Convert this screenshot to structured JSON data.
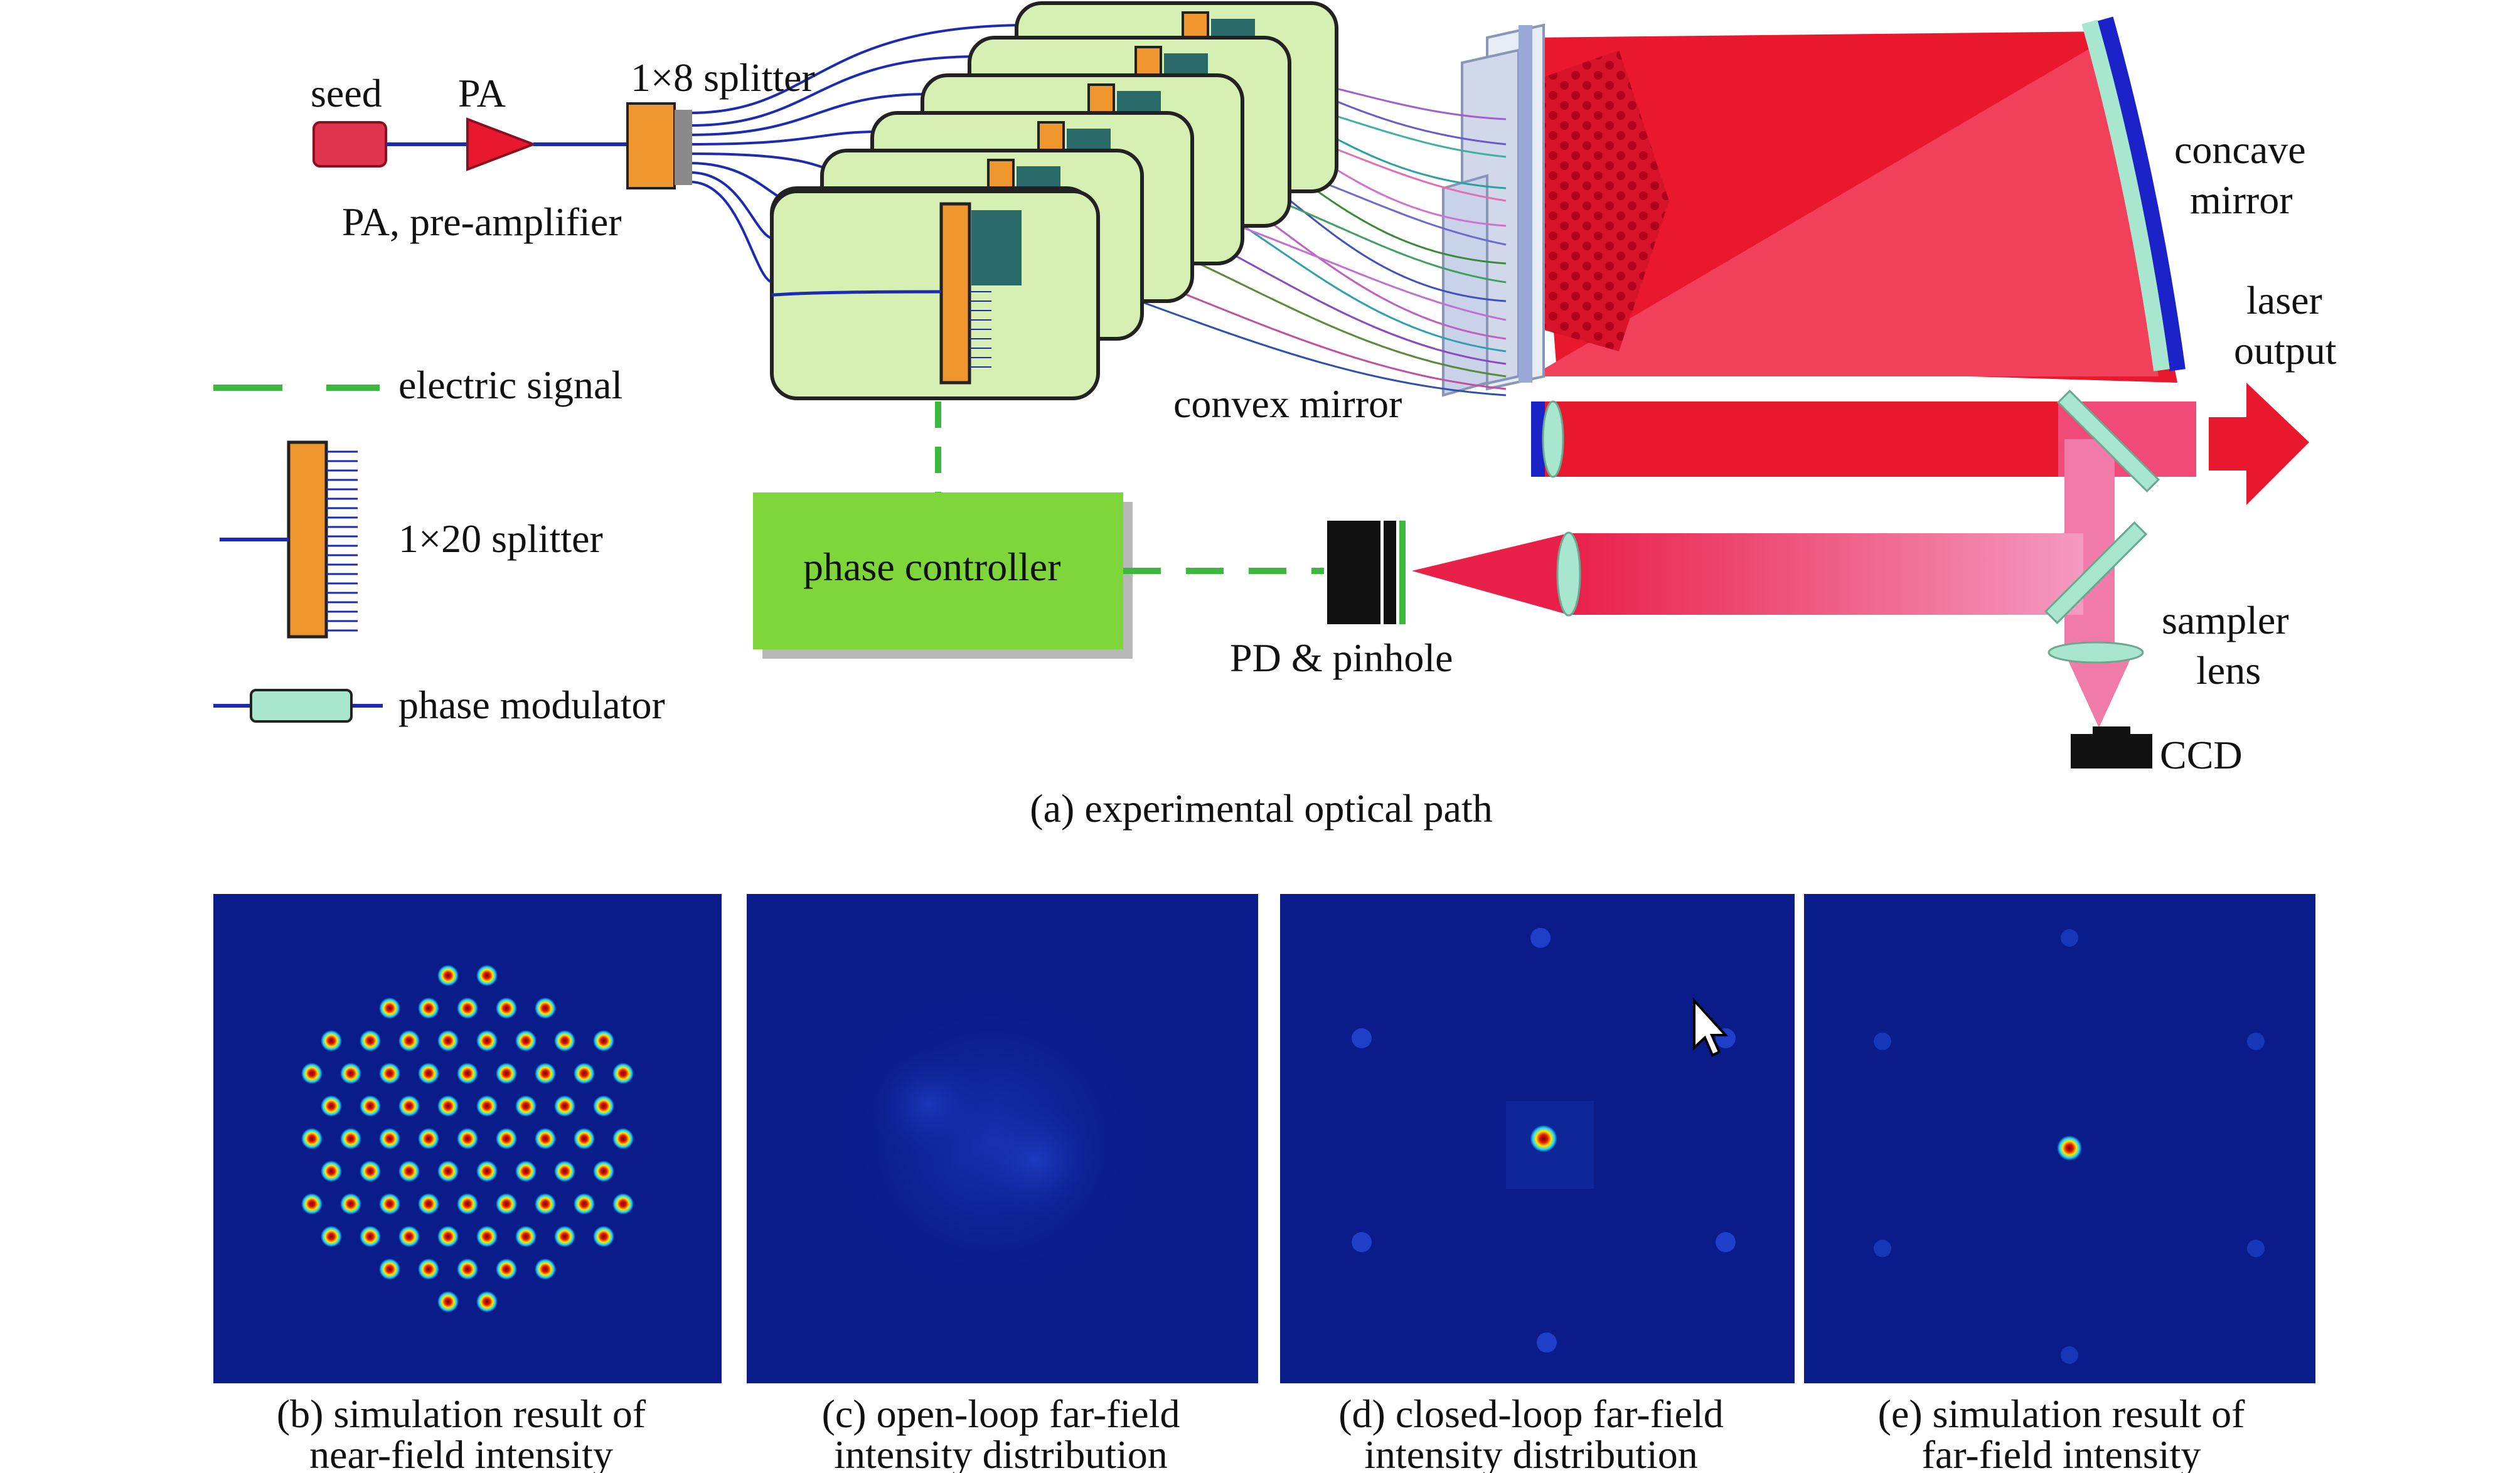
{
  "labels": {
    "seed": "seed",
    "pa": "PA",
    "splitter_1x8": "1×8 splitter",
    "pa_def": "PA, pre-amplifier",
    "electric_signal": "electric signal",
    "splitter_1x20": "1×20 splitter",
    "phase_modulator": "phase modulator",
    "phase_controller": "phase controller",
    "pd_pinhole": "PD & pinhole",
    "convex_mirror": "convex mirror",
    "concave_mirror_1": "concave",
    "concave_mirror_2": "mirror",
    "laser_output_1": "laser",
    "laser_output_2": "output",
    "sampler": "sampler",
    "lens": "lens",
    "ccd": "CCD"
  },
  "captions": {
    "a": "(a) experimental optical path",
    "b1": "(b) simulation result of",
    "b2": "near-field intensity",
    "c1": "(c) open-loop far-field",
    "c2": "intensity distribution",
    "d1": "(d) closed-loop far-field",
    "d2": "intensity distribution",
    "e1": "(e) simulation result of",
    "e2": "far-field intensity"
  },
  "colors": {
    "fiber": "#1d2bb0",
    "splitter": "#f0962e",
    "module": "#d6f0b4",
    "controller": "#7ed63a",
    "beam_red": "#e8182f",
    "beam_pink": "#f07aa8",
    "mirror": "#a8e6cf",
    "mirror_back": "#1a22c8",
    "panel_bg": "#0a1c8a",
    "signal": "#3cb83c"
  }
}
